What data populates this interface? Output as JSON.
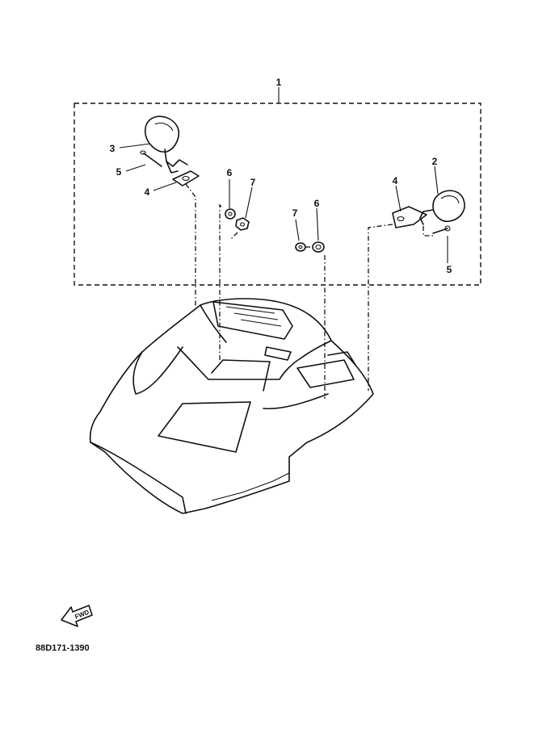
{
  "callouts": {
    "group": "1",
    "mirror_right": "2",
    "mirror_left": "3",
    "bracket_left": "4",
    "screw_left": "5",
    "grommet_left": "6",
    "nut_left": "7",
    "nut_right": "7",
    "grommet_right": "6",
    "bracket_right": "4",
    "screw_right": "5"
  },
  "fwd_label": "FWD",
  "reference_code": "88D171-1390"
}
